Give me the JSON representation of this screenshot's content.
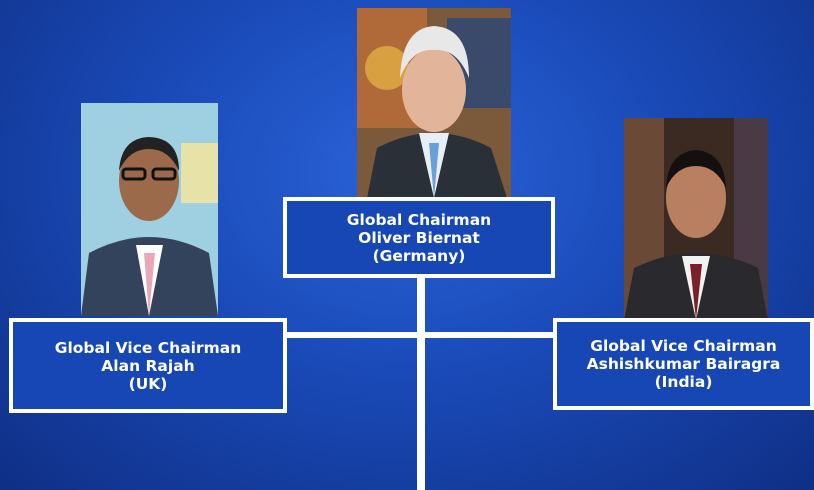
{
  "members": {
    "chairman": {
      "title": "Global Chairman",
      "name": "Oliver Biernat",
      "country": "(Germany)"
    },
    "vice_left": {
      "title": "Global Vice Chairman",
      "name": "Alan Rajah",
      "country": "(UK)"
    },
    "vice_right": {
      "title": "Global Vice Chairman",
      "name": "Ashishkumar Bairagra",
      "country": "(India)"
    }
  },
  "colors": {
    "background": "#1a4ab8",
    "box_fill": "#1747b4",
    "lines": "#ffffff"
  }
}
